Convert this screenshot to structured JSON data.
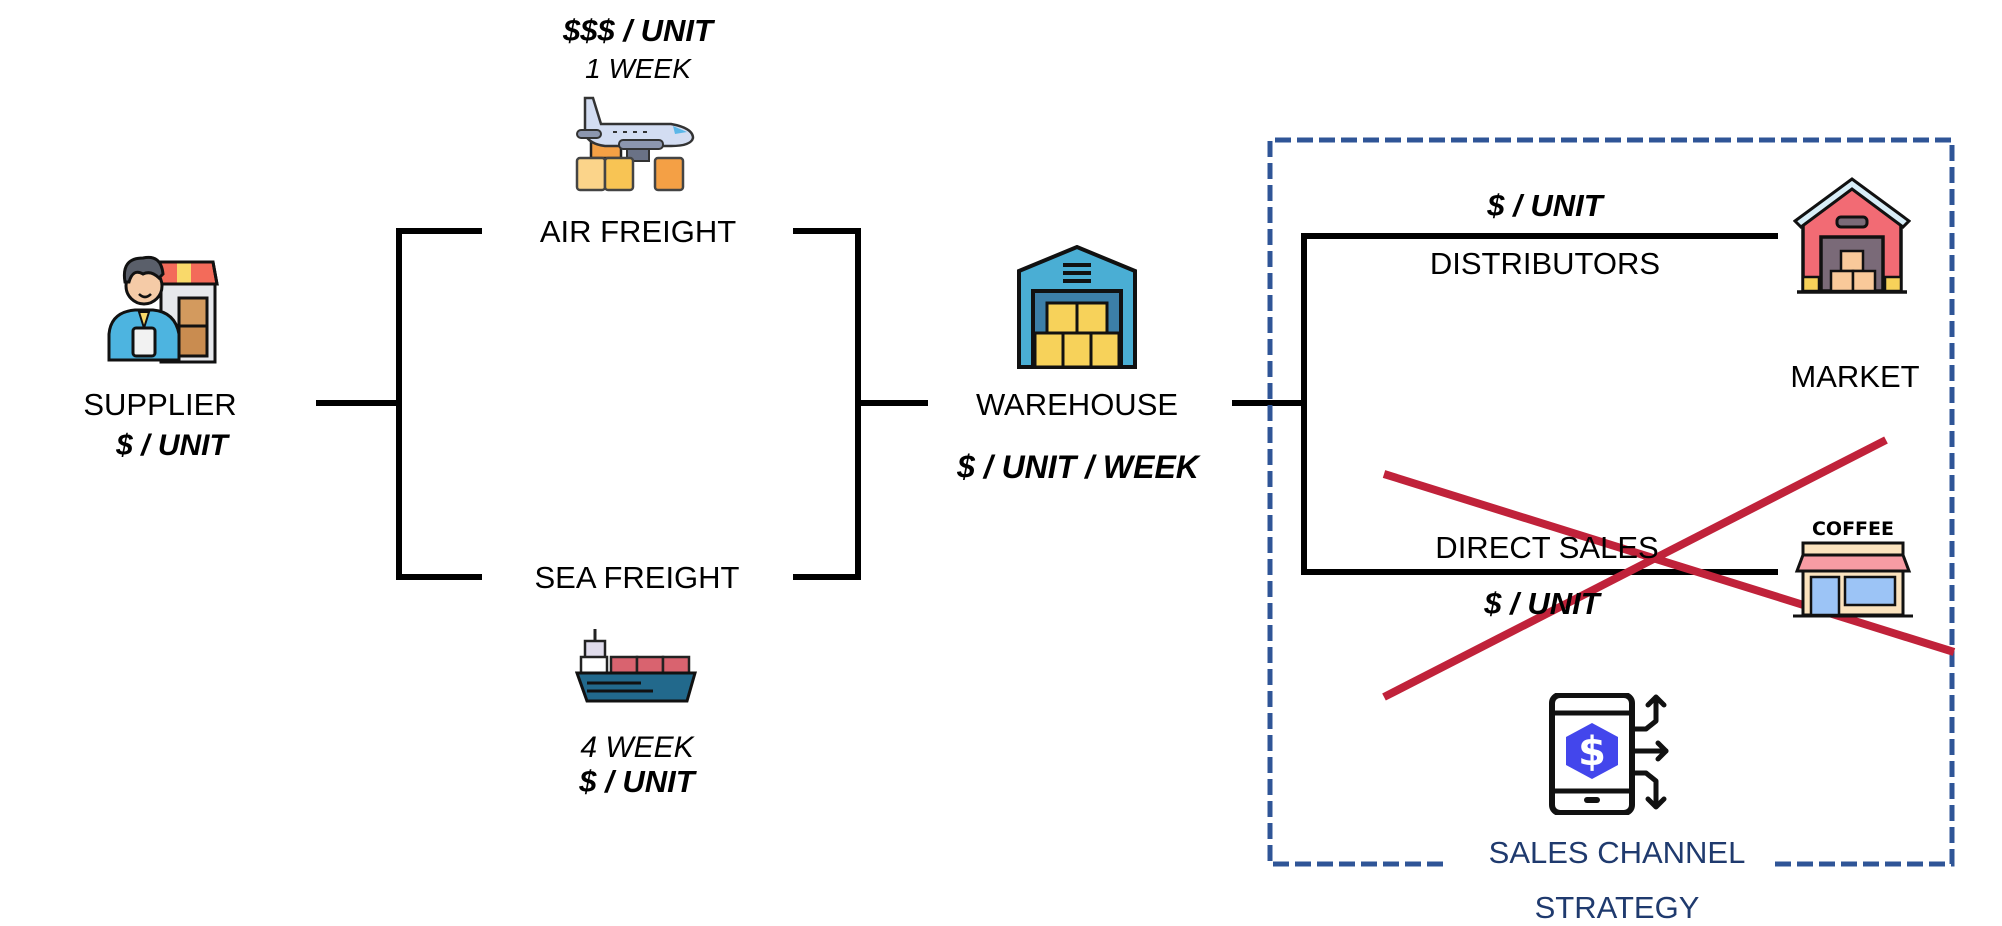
{
  "supplier": {
    "label": "SUPPLIER",
    "cost": "$ / UNIT",
    "icon": "supplier-person-store-icon"
  },
  "air_freight": {
    "label": "AIR FREIGHT",
    "cost": "$$$ / UNIT",
    "lead_time": "1 WEEK",
    "icon": "airplane-boxes-icon"
  },
  "sea_freight": {
    "label": "SEA FREIGHT",
    "cost": "$ / UNIT",
    "lead_time": "4 WEEK",
    "icon": "cargo-ship-icon"
  },
  "warehouse": {
    "label": "WAREHOUSE",
    "cost": "$ / UNIT / WEEK",
    "icon": "warehouse-boxes-icon"
  },
  "sales_channel_strategy": {
    "title_line1": "SALES CHANNEL",
    "title_line2": "STRATEGY",
    "box_color": "#2F5597",
    "icon": "phone-dollar-distribution-icon",
    "market_label": "MARKET",
    "channels": [
      {
        "label": "DISTRIBUTORS",
        "cost": "$ / UNIT",
        "icon": "distributor-warehouse-icon",
        "crossed_out": false
      },
      {
        "label": "DIRECT SALES",
        "cost": "$ / UNIT",
        "icon": "coffee-shop-icon",
        "crossed_out": true
      }
    ],
    "coffee_sign": "COFFEE"
  },
  "colors": {
    "line": "#000000",
    "cross": "#C0223A",
    "dashed_box": "#2F5597",
    "strategy_text": "#1F3A6E"
  }
}
